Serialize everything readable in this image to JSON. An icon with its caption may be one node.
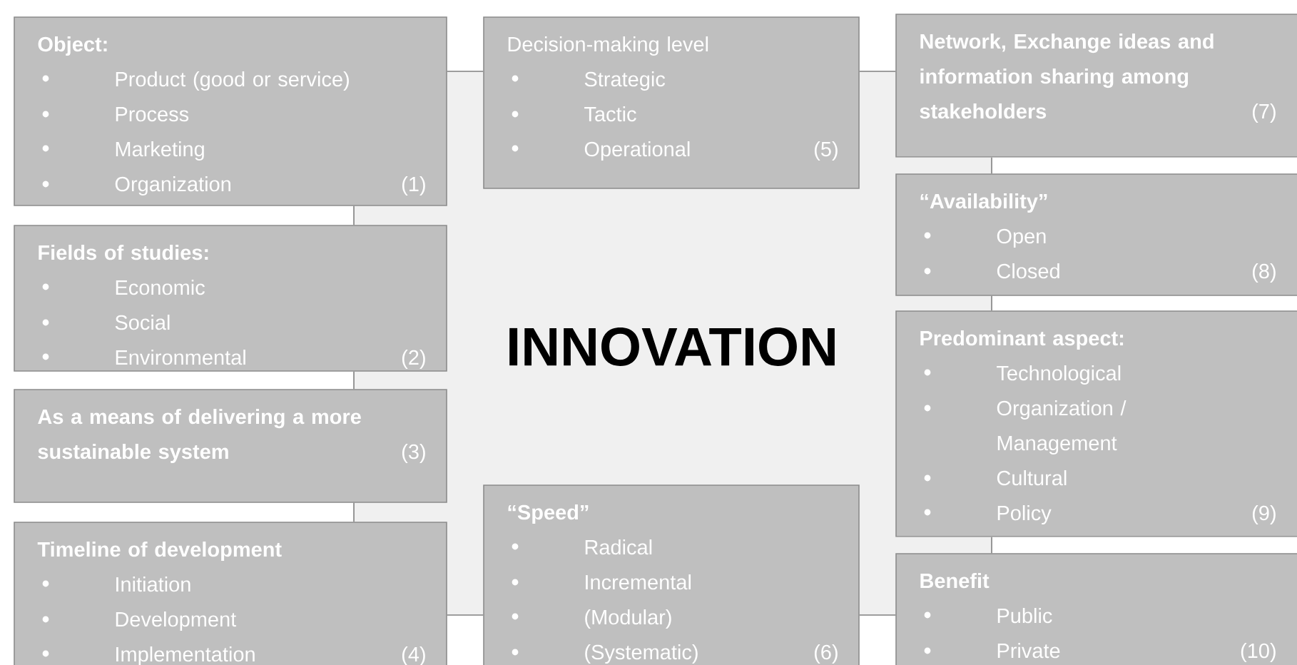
{
  "diagram": {
    "nodes": [
      {
        "text": [
          "Object:",
          "Product (good or service)",
          "Process",
          "Marketing",
          "Organization",
          "(1)"
        ]
      },
      {
        "text": [
          "Fields of studies:",
          "Economic",
          "Social",
          "Environmental",
          "(2)"
        ]
      },
      {
        "text": [
          "As a means of delivering a more sustainable system",
          "(3)"
        ]
      },
      {
        "text": [
          "Timeline of development",
          "Initiation",
          "Development",
          "Implementation",
          "(4)"
        ]
      },
      {
        "text": [
          "Decision-making level",
          "Strategic",
          "Tactic",
          "Operational",
          "(5)"
        ]
      },
      {
        "text": [
          "“Speed”",
          "Radical",
          "Incremental",
          "(Modular)",
          "(Systematic)",
          "(6)"
        ]
      },
      {
        "text": [
          "Network, Exchange ideas and information sharing among stakeholders",
          "(7)"
        ]
      },
      {
        "text": [
          "“Availability”",
          "Open",
          "Closed",
          "(8)"
        ]
      },
      {
        "text": [
          "Predominant aspect:",
          "Technological",
          "Organization / Management",
          "Cultural",
          "Policy",
          "(9)"
        ]
      },
      {
        "text": [
          "Benefit",
          "Public",
          "Private",
          "(10)"
        ]
      }
    ],
    "edges": [
      {
        "from": 0,
        "to": 1,
        "arrow": "none"
      },
      {
        "from": 1,
        "to": 2,
        "arrow": "none"
      },
      {
        "from": 2,
        "to": 3,
        "arrow": "none"
      },
      {
        "from": 0,
        "to": 4,
        "arrow": "none"
      },
      {
        "from": 4,
        "to": 6,
        "arrow": "none"
      },
      {
        "from": 6,
        "to": 7,
        "arrow": "none"
      },
      {
        "from": 7,
        "to": 8,
        "arrow": "none"
      },
      {
        "from": 8,
        "to": 9,
        "arrow": "none"
      },
      {
        "from": 3,
        "to": 5,
        "arrow": "none"
      },
      {
        "from": 5,
        "to": 9,
        "arrow": "none"
      }
    ],
    "labels": [
      "INNOVATION"
    ]
  }
}
